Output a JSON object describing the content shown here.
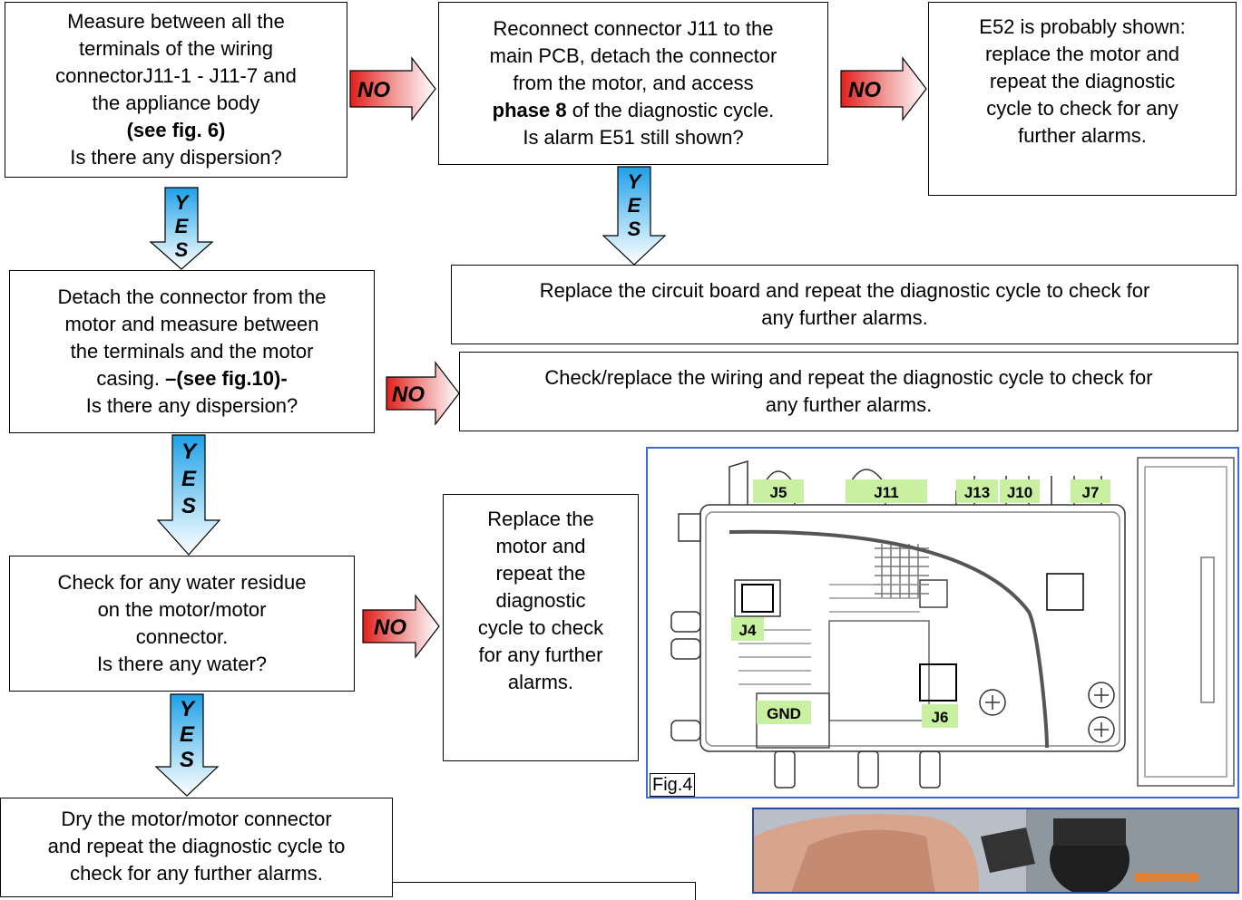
{
  "boxes": {
    "measure": {
      "l1": "Measure between all the",
      "l2": "terminals of the wiring",
      "l3": "connectorJ11-1 - J11-7 and",
      "l4": "the appliance body",
      "l5": "(see fig. 6)",
      "l6": "Is there any dispersion?"
    },
    "reconnect": {
      "l1": "Reconnect connector J11 to the",
      "l2": "main PCB, detach the connector",
      "l3": "from the motor, and access",
      "l4_bold": "phase 8",
      "l4_rest": " of the diagnostic cycle.",
      "l5": "Is alarm E51 still shown?"
    },
    "e52": {
      "l1": "E52 is probably shown:",
      "l2": "replace the motor and",
      "l3": "repeat the diagnostic",
      "l4": "cycle to check for any",
      "l5": "further alarms."
    },
    "replace_board": {
      "l1": "Replace the circuit board and repeat the diagnostic cycle to check for",
      "l2": "any further alarms."
    },
    "detach": {
      "l1": "Detach the connector from the",
      "l2": "motor and measure between",
      "l3": "the terminals and the motor",
      "l4_pre": "casing. ",
      "l4_bold": "–(see fig.10)-",
      "l5": "Is there any dispersion?"
    },
    "check_wiring": {
      "l1": "Check/replace the wiring and repeat the diagnostic cycle to check for",
      "l2": "any further alarms."
    },
    "replace_motor": {
      "l1": "Replace the",
      "l2": "motor and",
      "l3": "repeat the",
      "l4": "diagnostic",
      "l5": "cycle to check",
      "l6": "for any further",
      "l7": "alarms."
    },
    "water": {
      "l1": "Check for any water residue",
      "l2": "on the motor/motor",
      "l3": "connector.",
      "l4": "Is there any water?"
    },
    "dry": {
      "l1": "Dry the motor/motor connector",
      "l2": "and repeat the diagnostic cycle to",
      "l3": "check for any further alarms."
    }
  },
  "arrows": {
    "no": "NO",
    "yes_y": "Y",
    "yes_e": "E",
    "yes_s": "S"
  },
  "figure": {
    "label": "Fig.4",
    "connectors": {
      "j5": "J5",
      "j11": "J11",
      "j13": "J13",
      "j10": "J10",
      "j7": "J7",
      "j4": "J4",
      "gnd": "GND",
      "j6": "J6"
    }
  },
  "colors": {
    "no_arrow": "#e0201a",
    "yes_arrow": "#1ea0e8",
    "connector_tag": "#c8f0a0",
    "figure_border": "#3a6fd0"
  }
}
